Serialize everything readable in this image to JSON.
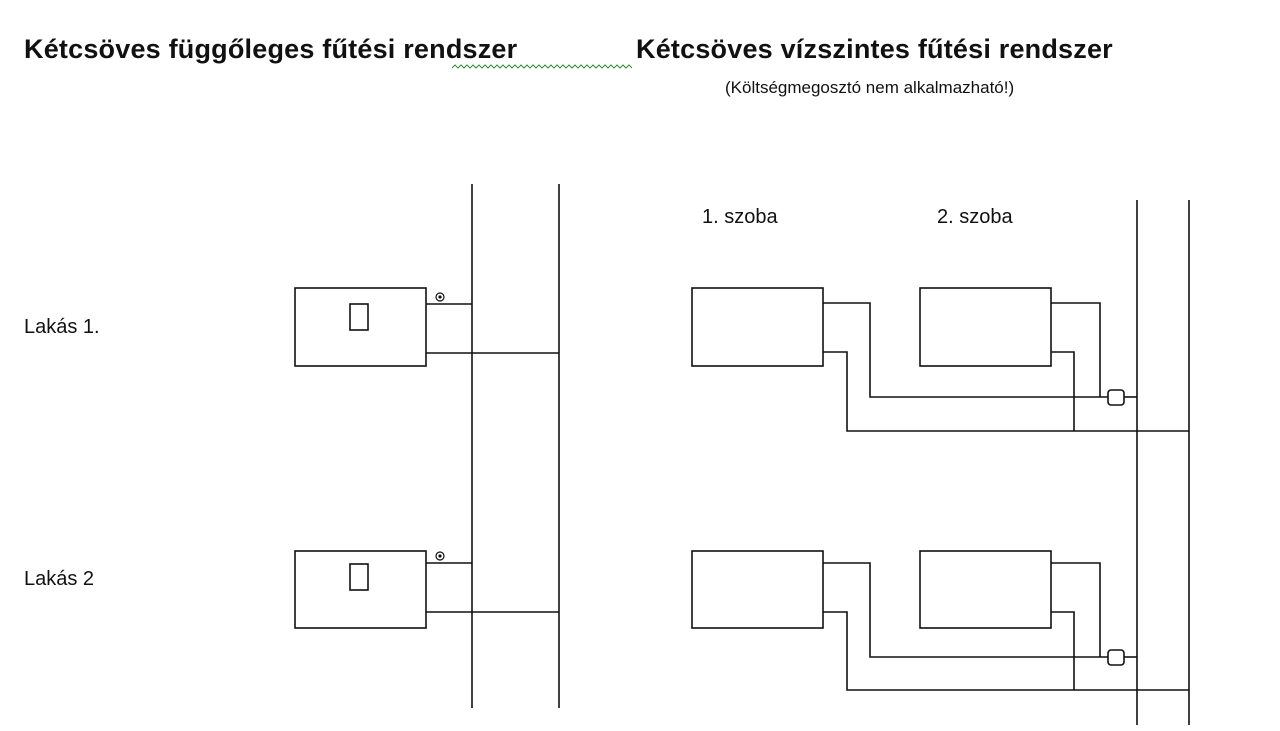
{
  "titles": {
    "vertical": "Kétcsöves függőleges fűtési rendszer",
    "horizontal": "Kétcsöves vízszintes fűtési rendszer",
    "note": "(Költségmegosztó nem alkalmazható!)"
  },
  "floors": {
    "flat1": "Lakás 1.",
    "flat2": "Lakás 2"
  },
  "rooms": {
    "room1": "1.   szoba",
    "room2": "2. szoba"
  }
}
